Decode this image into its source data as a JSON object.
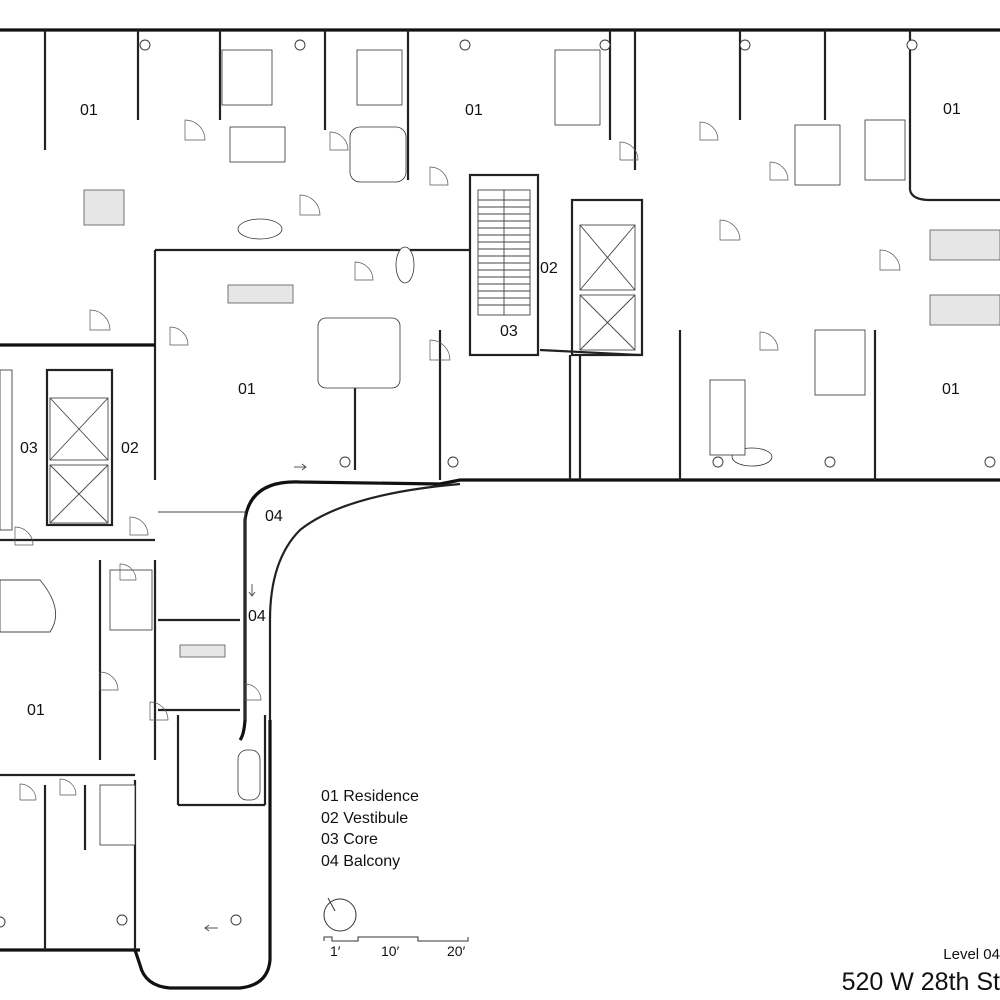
{
  "rooms": [
    {
      "id": "01",
      "name": "Residence"
    },
    {
      "id": "02",
      "name": "Vestibule"
    },
    {
      "id": "03",
      "name": "Core"
    },
    {
      "id": "04",
      "name": "Balcony"
    }
  ],
  "labels": {
    "r01": "01",
    "r02": "02",
    "r03": "03",
    "r04": "04"
  },
  "legend": [
    "01 Residence",
    "02 Vestibule",
    "03 Core",
    "04 Balcony"
  ],
  "scale_bar": {
    "ticks": [
      "1′",
      "10′",
      "20′"
    ]
  },
  "level": "Level 04",
  "title": "520 W 28th St",
  "colors": {
    "line": "#222222",
    "background": "#ffffff"
  }
}
